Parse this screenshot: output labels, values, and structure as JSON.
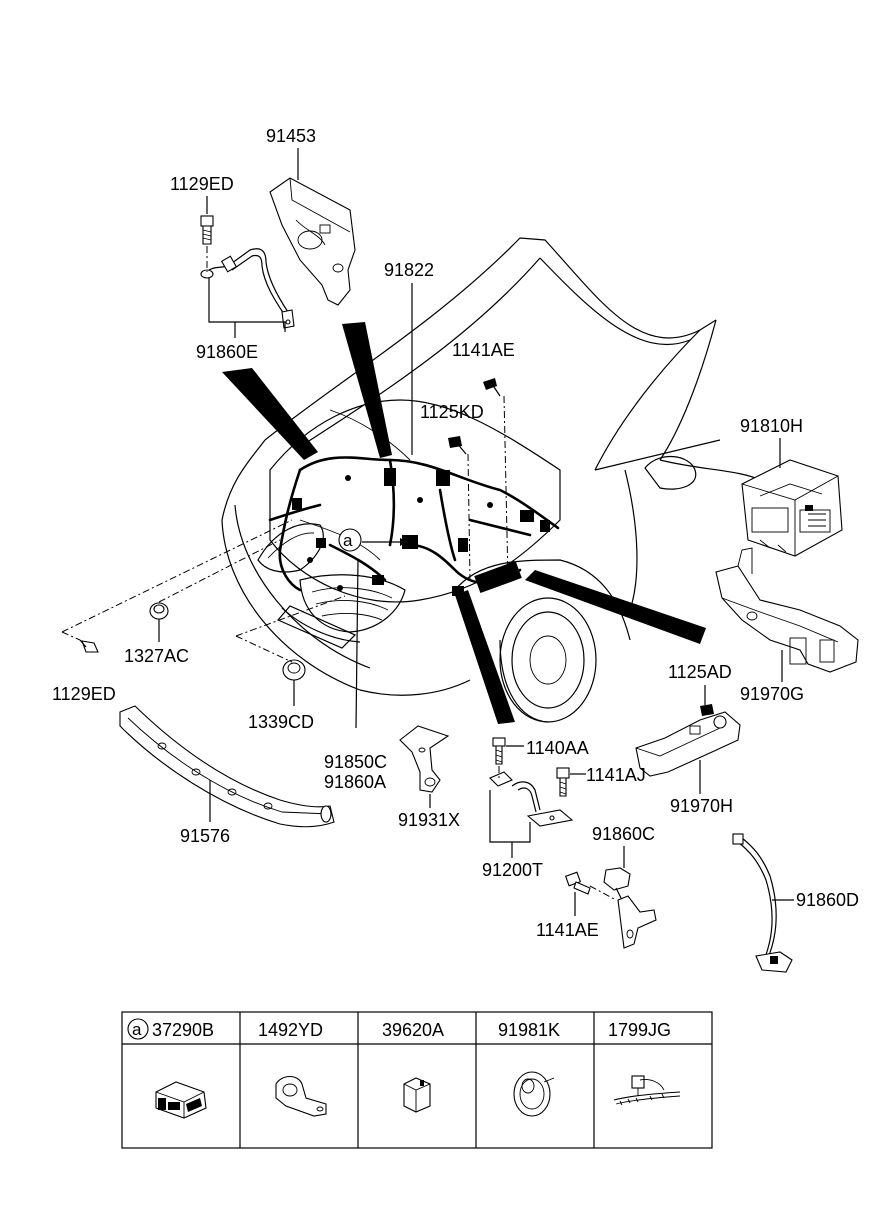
{
  "callouts": {
    "p91453": "91453",
    "p1129ED_top": "1129ED",
    "p91860E": "91860E",
    "p91822": "91822",
    "p1141AE_top": "1141AE",
    "p1125KD": "1125KD",
    "p91810H": "91810H",
    "marker_a": "a",
    "p1327AC": "1327AC",
    "p1129ED_left": "1129ED",
    "p1339CD": "1339CD",
    "p1125AD": "1125AD",
    "p91970G": "91970G",
    "p91850C": "91850C",
    "p91860A": "91860A",
    "p1140AA": "1140AA",
    "p91970H": "91970H",
    "p91931X": "91931X",
    "p1141AJ": "1141AJ",
    "p91576": "91576",
    "p91860C": "91860C",
    "p91200T": "91200T",
    "p91860D": "91860D",
    "p1141AE_bottom": "1141AE"
  },
  "parts_table": {
    "marker": "a",
    "headers": [
      "37290B",
      "1492YD",
      "39620A",
      "91981K",
      "1799JG"
    ]
  }
}
